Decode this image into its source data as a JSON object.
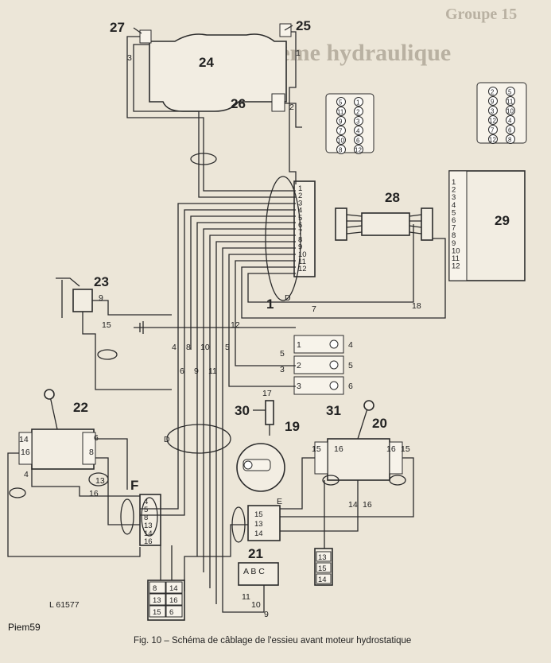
{
  "header": {
    "group": "Groupe 15",
    "title": "Système hydraulique"
  },
  "labels": {
    "l27": "27",
    "l25": "25",
    "l24": "24",
    "l26": "26",
    "l1": "1",
    "l23": "23",
    "l22": "22",
    "l20": "20",
    "l28": "28",
    "l29": "29",
    "l30": "30",
    "l17": "17",
    "l19": "19",
    "l31": "31",
    "l21": "21",
    "lD1": "D",
    "lD2": "D",
    "lE": "E",
    "lF": "F",
    "w3": "3",
    "w1": "1",
    "w2": "2",
    "w7": "7",
    "w18": "18",
    "w12": "12",
    "w5": "5",
    "w9": "9",
    "w15": "15",
    "w4": "4",
    "w8": "8",
    "w10": "10",
    "w6": "6",
    "w9b": "9",
    "w11": "11",
    "w5b": "5",
    "w3b": "3",
    "w4b": "4",
    "w6b": "6",
    "w14": "14",
    "w16": "16",
    "w8b": "8",
    "w13": "13",
    "w16b": "16",
    "w15b": "15",
    "w15c": "15",
    "w13b": "13",
    "w14b": "14",
    "w11b": "11",
    "w10b": "10",
    "w9c": "9",
    "abc": "A B C"
  },
  "connector_pins": {
    "c1": [
      "1",
      "2",
      "3",
      "4",
      "5",
      "6",
      "7",
      "8",
      "9",
      "10",
      "11",
      "12"
    ],
    "c29": [
      "1",
      "2",
      "3",
      "4",
      "5",
      "6",
      "7",
      "8",
      "9",
      "10",
      "11",
      "12"
    ],
    "grid_left": [
      [
        "5",
        "1"
      ],
      [
        "11",
        "2"
      ],
      [
        "9",
        "3"
      ],
      [
        "7",
        "4"
      ],
      [
        "10",
        "6"
      ],
      [
        "8",
        "12"
      ]
    ],
    "grid_right": [
      [
        "2",
        "5"
      ],
      [
        "9",
        "11"
      ],
      [
        "3",
        "10"
      ],
      [
        "12",
        "4"
      ],
      [
        "7",
        "6"
      ],
      [
        "12",
        "8"
      ]
    ],
    "c_f": [
      "4",
      "5",
      "8",
      "13",
      "14",
      "16"
    ],
    "c_mid": [
      "15",
      "13",
      "14"
    ],
    "c_small": [
      "13",
      "15",
      "14"
    ],
    "c_bottom": [
      [
        "8",
        "14"
      ],
      [
        "13",
        "16"
      ],
      [
        "15",
        "6"
      ]
    ],
    "c31_left": [
      "1",
      "2",
      "3"
    ],
    "c31_right": [
      "4",
      "5",
      "6"
    ]
  },
  "footer": {
    "ref": "L 61577",
    "credit": "Piem59",
    "caption": "Fig. 10 – Schéma de câblage de l'essieu avant moteur hydrostatique"
  }
}
